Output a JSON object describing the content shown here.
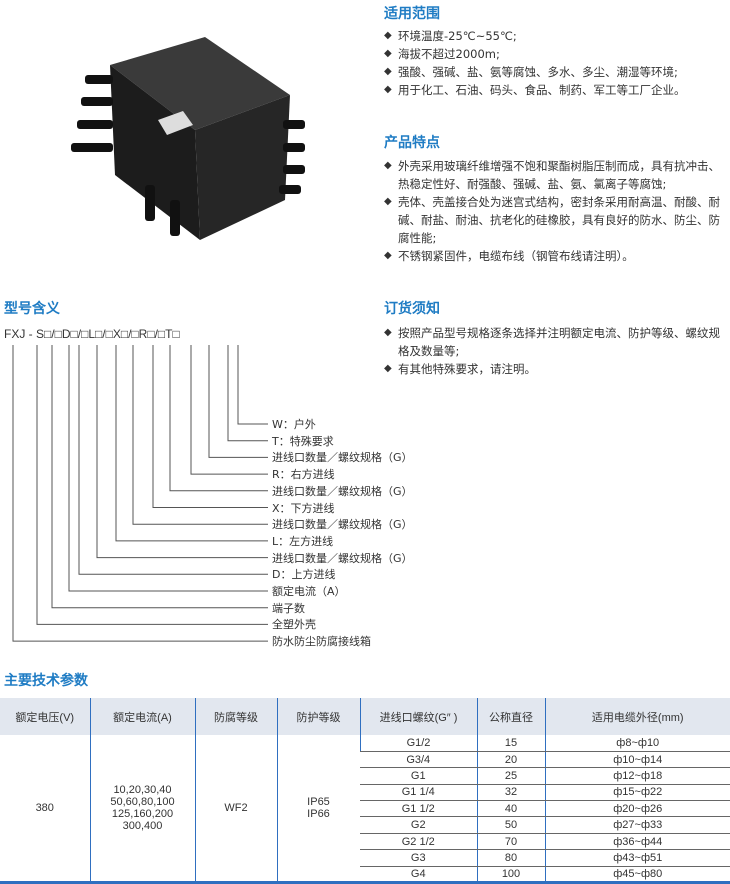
{
  "scope": {
    "title": "适用范围",
    "items": [
      "环境温度-25℃~55℃;",
      "海拔不超过2000m;",
      "强酸、强碱、盐、氨等腐蚀、多水、多尘、潮湿等环境;",
      "用于化工、石油、码头、食品、制药、军工等工厂企业。"
    ]
  },
  "features": {
    "title": "产品特点",
    "items": [
      "外壳采用玻璃纤维增强不饱和聚酯树脂压制而成，具有抗冲击、热稳定性好、耐强酸、强碱、盐、氨、氯离子等腐蚀;",
      "壳体、壳盖接合处为迷宫式结构，密封条采用耐高温、耐酸、耐碱、耐盐、耐油、抗老化的硅橡胶，具有良好的防水、防尘、防腐性能;",
      "不锈钢紧固件，电缆布线（钢管布线请注明）。"
    ]
  },
  "ordering": {
    "title": "订货须知",
    "items": [
      "按照产品型号规格逐条选择并注明额定电流、防护等级、螺纹规格及数量等;",
      "有其他特殊要求，请注明。"
    ]
  },
  "model": {
    "title": "型号含义",
    "code": "FXJ - S□/□D□/□L□/□X□/□R□/□T□",
    "labels": [
      "W：户外",
      "T：特殊要求",
      "进线口数量／螺纹规格（G）",
      "R：右方进线",
      "进线口数量／螺纹规格（G）",
      "X：下方进线",
      "进线口数量／螺纹规格（G）",
      "L：左方进线",
      "进线口数量／螺纹规格（G）",
      "D：上方进线",
      "额定电流（A）",
      "端子数",
      "全塑外壳",
      "防水防尘防腐接线箱"
    ]
  },
  "specs": {
    "title": "主要技术参数",
    "headers": [
      "额定电压(V)",
      "额定电流(A)",
      "防腐等级",
      "防护等级",
      "进线口螺纹(G″ )",
      "公称直径",
      "适用电缆外径(mm)"
    ],
    "voltage": "380",
    "currents": [
      "10,20,30,40",
      "50,60,80,100",
      "125,160,200",
      "300,400"
    ],
    "anticorrosion": "WF2",
    "protection": [
      "IP65",
      "IP66"
    ],
    "rows": [
      [
        "G1/2",
        "15",
        "ф8~ф10"
      ],
      [
        "G3/4",
        "20",
        "ф10~ф14"
      ],
      [
        "G1",
        "25",
        "ф12~ф18"
      ],
      [
        "G1 1/4",
        "32",
        "ф15~ф22"
      ],
      [
        "G1 1/2",
        "40",
        "ф20~ф26"
      ],
      [
        "G2",
        "50",
        "ф27~ф33"
      ],
      [
        "G2 1/2",
        "70",
        "ф36~ф44"
      ],
      [
        "G3",
        "80",
        "ф43~ф51"
      ],
      [
        "G4",
        "100",
        "ф45~ф80"
      ]
    ]
  }
}
